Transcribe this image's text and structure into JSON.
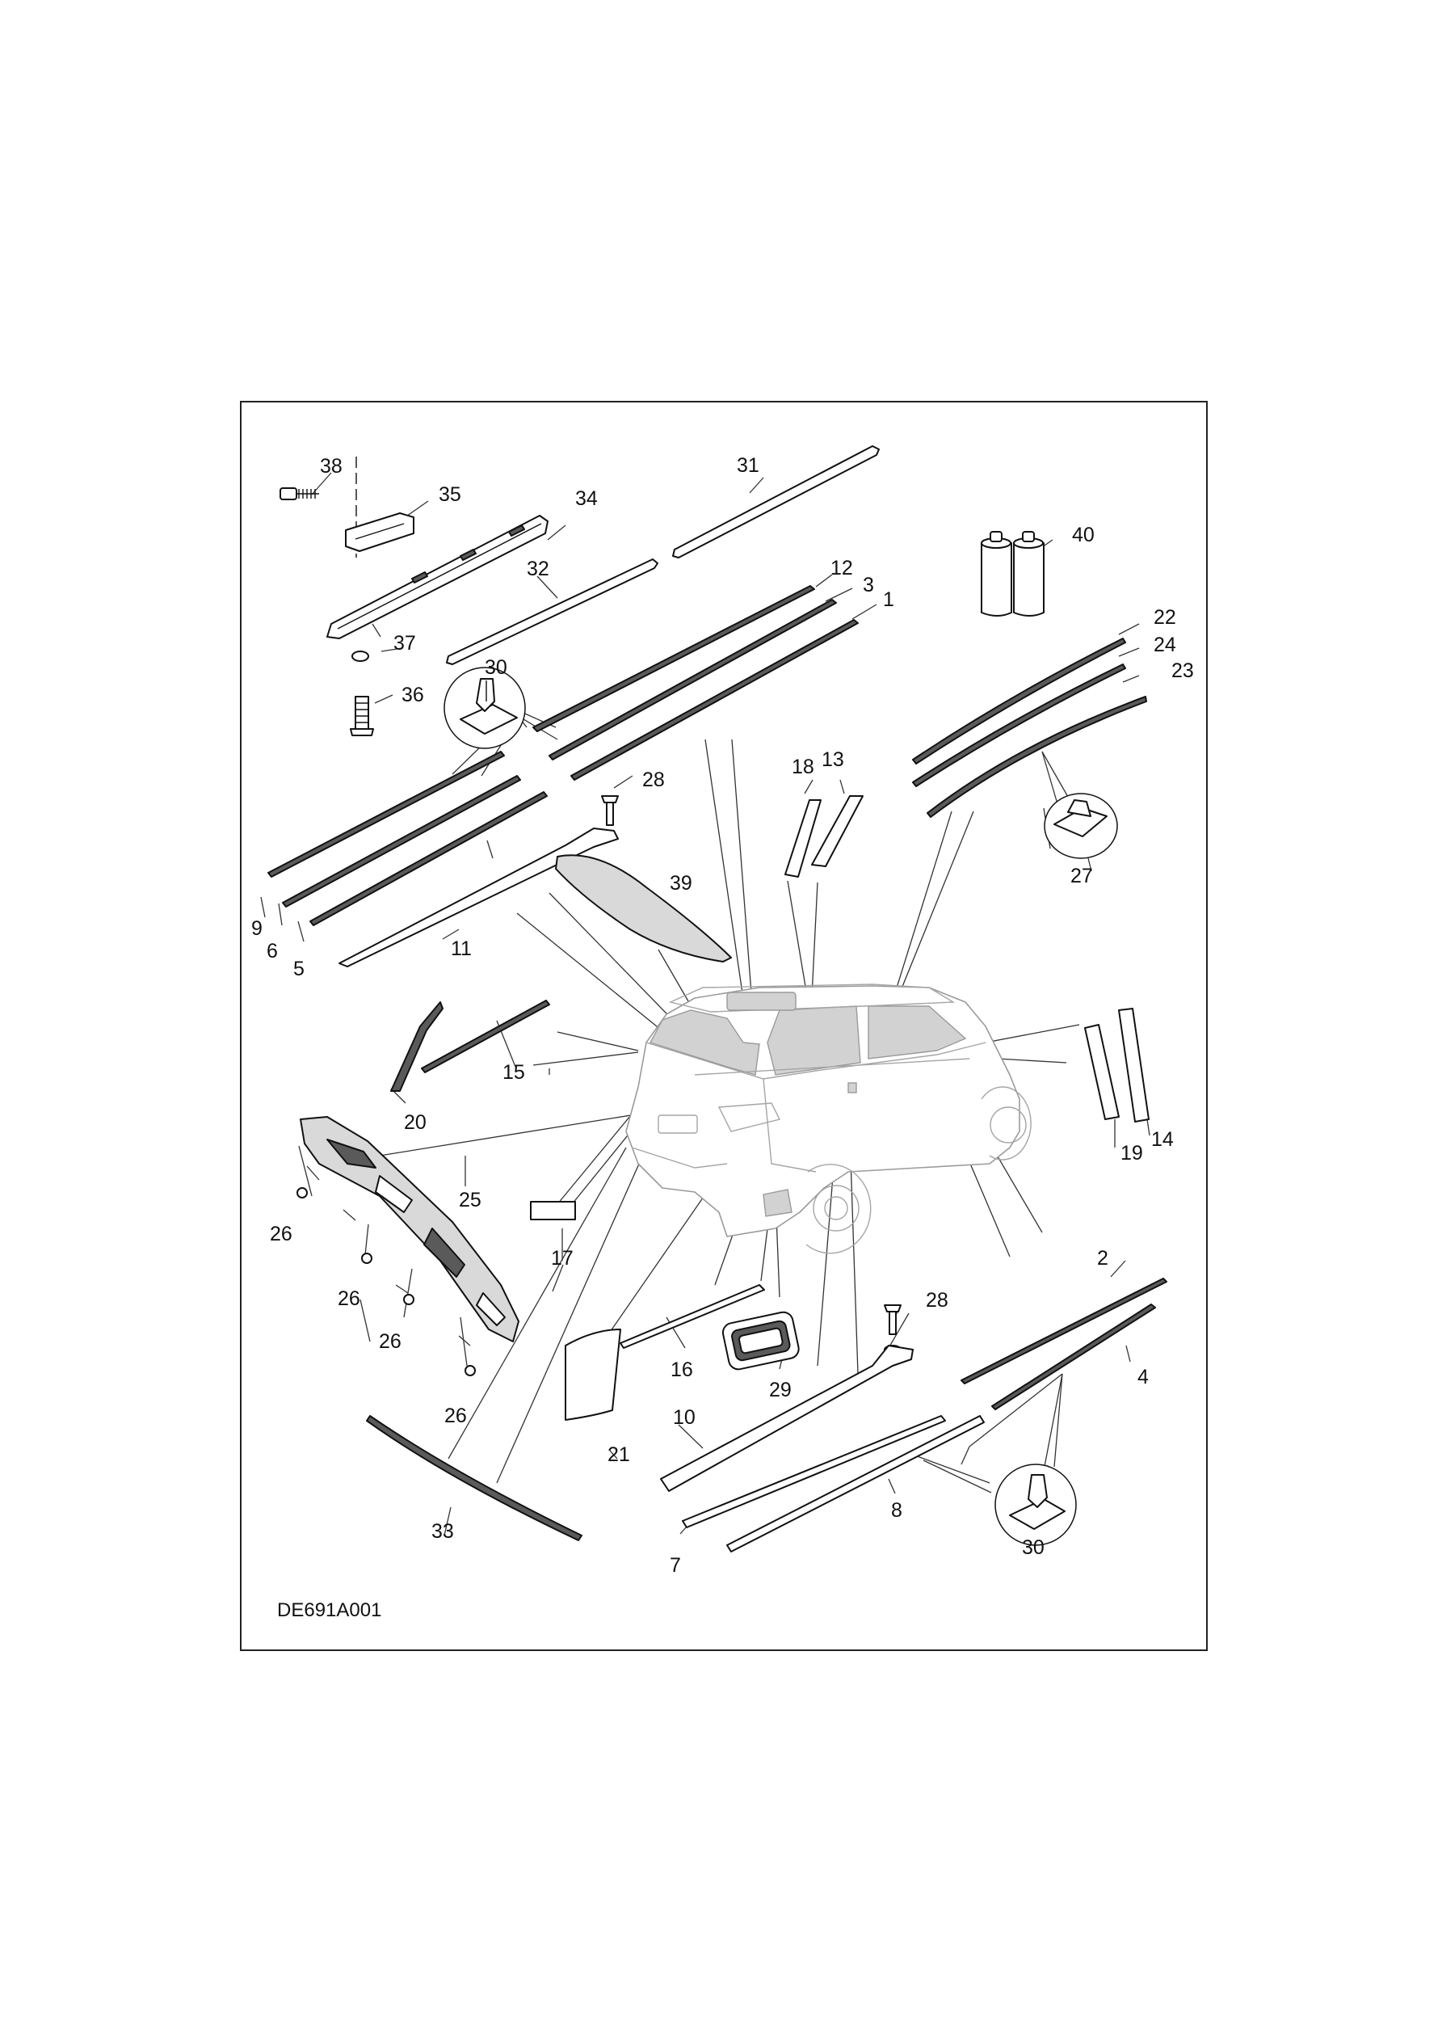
{
  "drawing": {
    "code": "DE691A001",
    "callouts": {
      "c1": "1",
      "c2": "2",
      "c3": "3",
      "c4": "4",
      "c5": "5",
      "c6": "6",
      "c7": "7",
      "c8": "8",
      "c9": "9",
      "c10": "10",
      "c11": "11",
      "c12": "12",
      "c13": "13",
      "c14": "14",
      "c15": "15",
      "c16": "16",
      "c17": "17",
      "c18": "18",
      "c19": "19",
      "c20": "20",
      "c21": "21",
      "c22": "22",
      "c23": "23",
      "c24": "24",
      "c25": "25",
      "c26": "26",
      "c27": "27",
      "c28": "28",
      "c29": "29",
      "c30": "30",
      "c31": "31",
      "c32": "32",
      "c33": "33",
      "c34": "34",
      "c35": "35",
      "c36": "36",
      "c37": "37",
      "c38": "38",
      "c39": "39",
      "c40": "40"
    }
  }
}
